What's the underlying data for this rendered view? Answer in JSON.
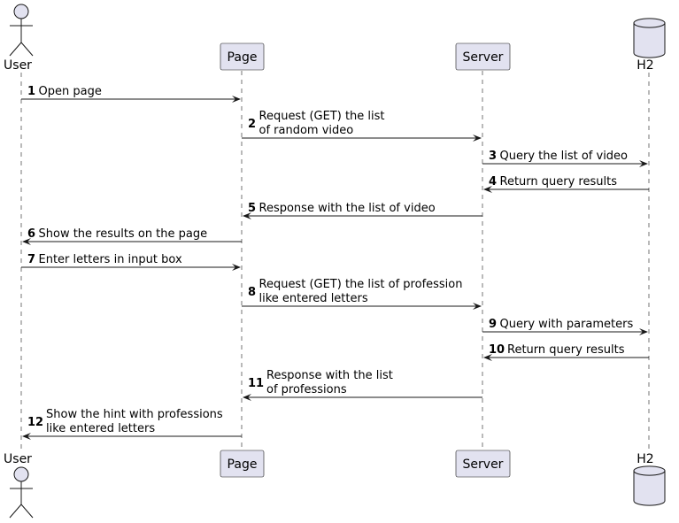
{
  "participants": {
    "user": "User",
    "page": "Page",
    "server": "Server",
    "db": "H2"
  },
  "messages": [
    {
      "num": "1",
      "from": "user",
      "to": "page",
      "lines": [
        "Open page"
      ]
    },
    {
      "num": "2",
      "from": "page",
      "to": "server",
      "lines": [
        "Request (GET) the list",
        "of random video"
      ]
    },
    {
      "num": "3",
      "from": "server",
      "to": "db",
      "lines": [
        "Query the list of video"
      ]
    },
    {
      "num": "4",
      "from": "db",
      "to": "server",
      "lines": [
        "Return query results"
      ]
    },
    {
      "num": "5",
      "from": "server",
      "to": "page",
      "lines": [
        "Response with the list of video"
      ]
    },
    {
      "num": "6",
      "from": "page",
      "to": "user",
      "lines": [
        "Show the results on the page"
      ]
    },
    {
      "num": "7",
      "from": "user",
      "to": "page",
      "lines": [
        "Enter letters in input box"
      ]
    },
    {
      "num": "8",
      "from": "page",
      "to": "server",
      "lines": [
        "Request (GET) the list of profession",
        "like entered letters"
      ]
    },
    {
      "num": "9",
      "from": "server",
      "to": "db",
      "lines": [
        "Query with parameters"
      ]
    },
    {
      "num": "10",
      "from": "db",
      "to": "server",
      "lines": [
        "Return query results"
      ]
    },
    {
      "num": "11",
      "from": "server",
      "to": "page",
      "lines": [
        "Response with the list",
        "of professions"
      ]
    },
    {
      "num": "12",
      "from": "page",
      "to": "user",
      "lines": [
        "Show the hint with professions",
        "like entered letters"
      ]
    }
  ]
}
